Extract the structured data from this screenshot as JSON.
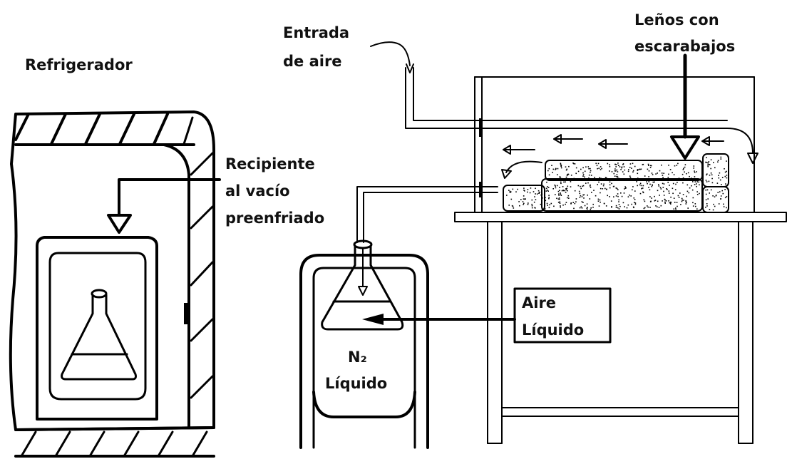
{
  "labels": {
    "refrigerator": "Refrigerador",
    "air_inlet_1": "Entrada",
    "air_inlet_2": "de aire",
    "logs_1": "Leños con",
    "logs_2": "escarabajos",
    "vessel_1": "Recipiente",
    "vessel_2": "al vacío",
    "vessel_3": "preenfriado",
    "liquid_air_1": "Aire",
    "liquid_air_2": "Líquido",
    "n2_1": "N₂",
    "n2_2": "Líquido"
  },
  "colors": {
    "line": "#000000",
    "dots": "#000000",
    "background": "#ffffff"
  }
}
